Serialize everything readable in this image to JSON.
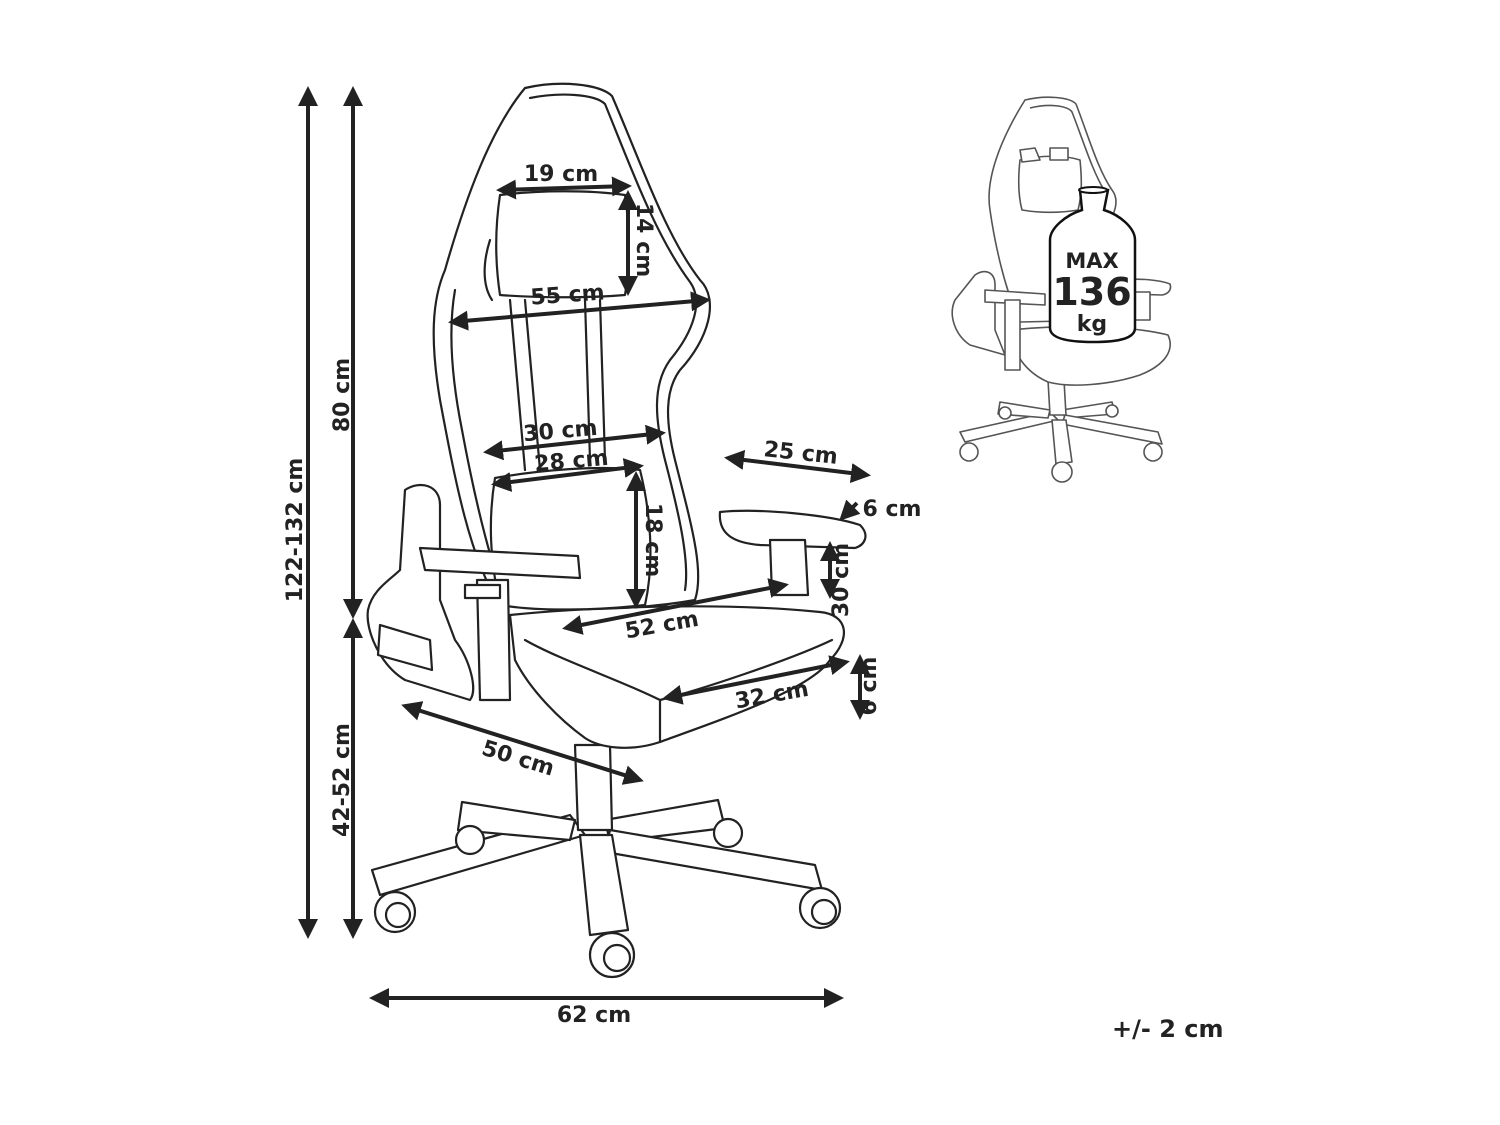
{
  "figure": {
    "dimensions": {
      "total_height": "122-132 cm",
      "backrest_height": "80 cm",
      "seat_height": "42-52 cm",
      "base_width": "62 cm",
      "pillow_width": "19 cm",
      "pillow_height": "14 cm",
      "backrest_width": "55 cm",
      "back_upper_width": "30 cm",
      "lumbar_width": "28 cm",
      "lumbar_height": "18 cm",
      "armrest_length": "25 cm",
      "armrest_width": "6 cm",
      "armrest_height": "30 cm",
      "seat_width": "52 cm",
      "seat_depth_front": "32 cm",
      "seat_thickness": "6 cm",
      "seat_depth": "50 cm"
    },
    "load": {
      "max_label": "MAX",
      "value": "136",
      "unit": "kg"
    },
    "tolerance": "+/- 2 cm"
  }
}
